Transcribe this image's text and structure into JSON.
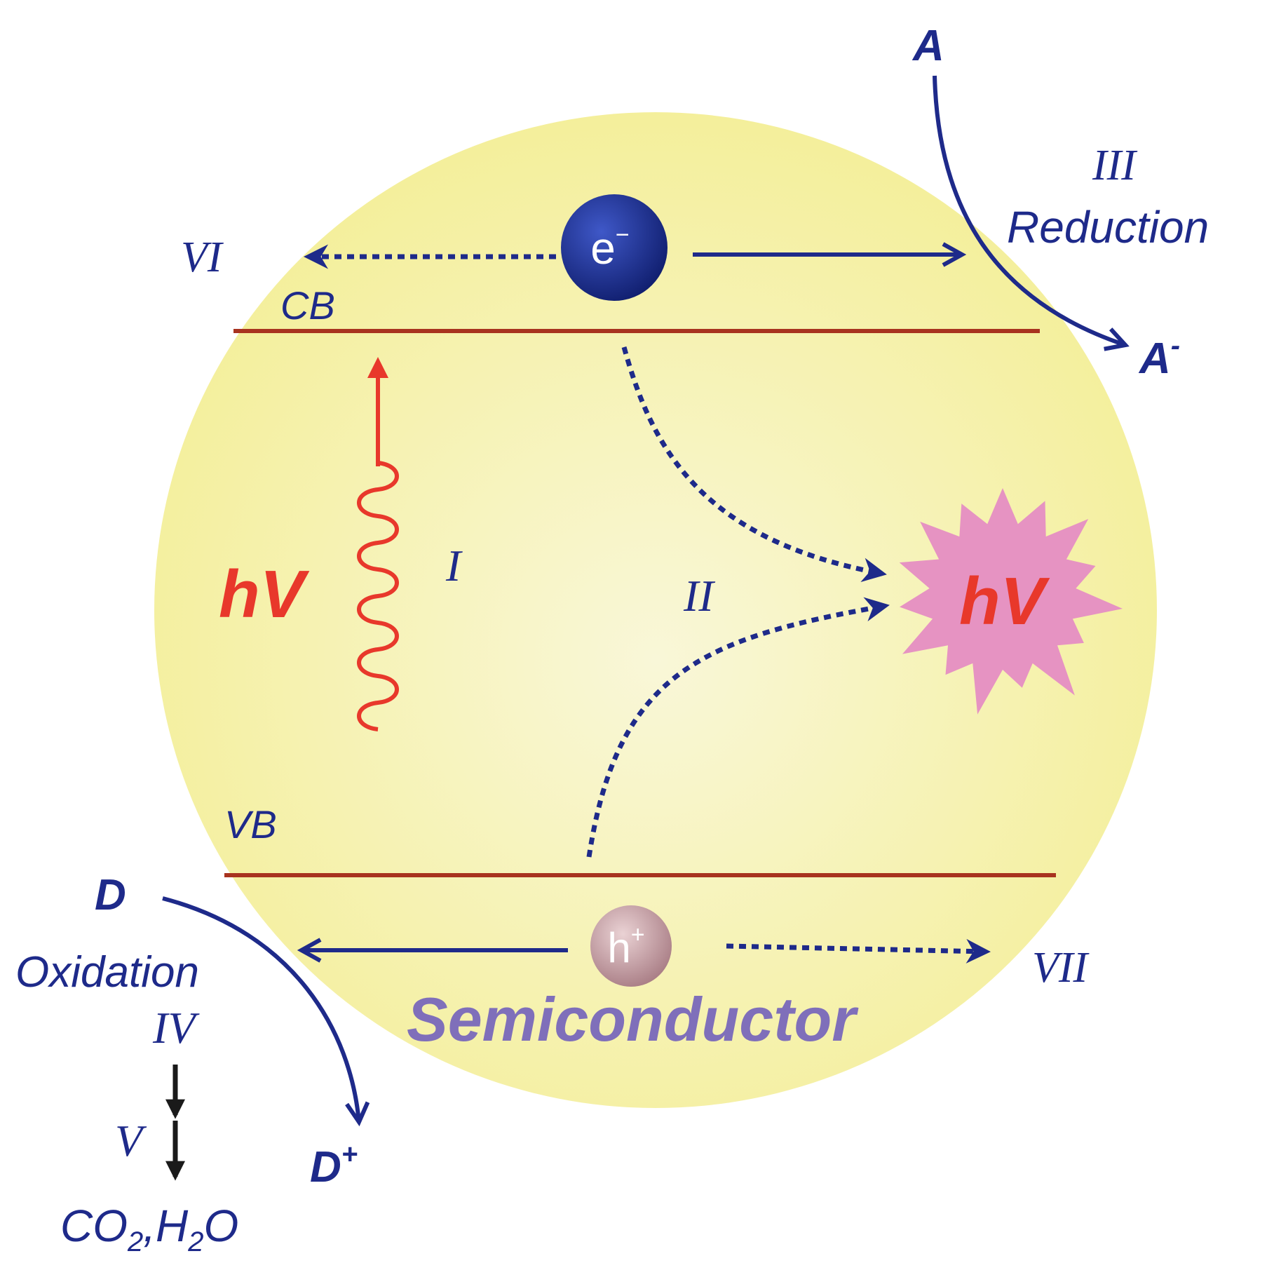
{
  "colors": {
    "navy": "#1e2a8a",
    "band_line": "#a8331f",
    "photon_red": "#e8382b",
    "sphere_inner": "#f9f7d8",
    "sphere_outer": "#f4ef9b",
    "burst_pink": "#e693c2",
    "electron": "#1b2f95",
    "hole": "#c89aa0",
    "semiconductor_text": "#7f6fba"
  },
  "labels": {
    "cb": "CB",
    "vb": "VB",
    "electron_letter": "e",
    "electron_sup": "−",
    "hole_letter": "h",
    "hole_sup": "+",
    "hv_h": "h",
    "hv_v": "V",
    "step_1": "I",
    "step_2": "II",
    "step_3": "III",
    "step_4": "IV",
    "step_5": "V",
    "step_6": "VI",
    "step_7": "VII",
    "reduction": "Reduction",
    "oxidation": "Oxidation",
    "acceptor": "A",
    "acceptor_reduced": "A",
    "acceptor_reduced_sup": "-",
    "donor": "D",
    "donor_oxidized": "D",
    "donor_oxidized_sup": "+",
    "products_co": "CO",
    "products_co_sub": "2",
    "products_h": ",H",
    "products_h_sub": "2",
    "products_o": "O",
    "semiconductor": "Semiconductor"
  }
}
